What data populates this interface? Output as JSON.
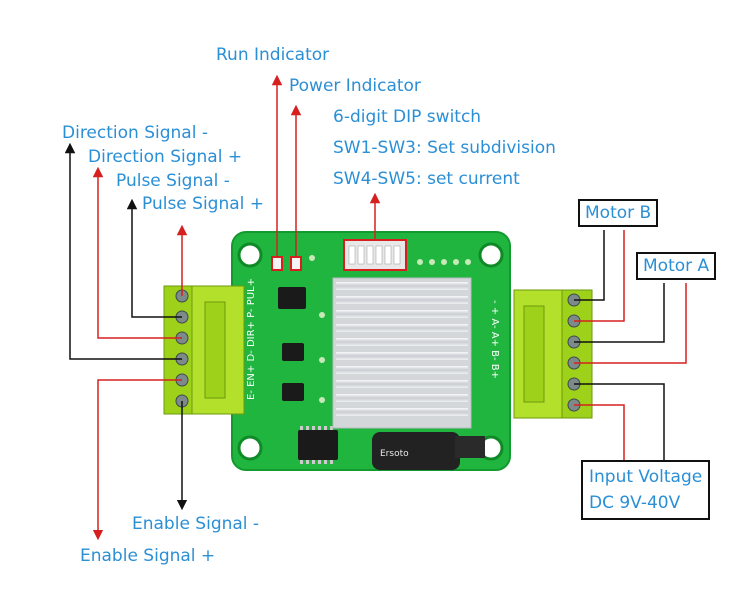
{
  "indicators": {
    "run": "Run Indicator",
    "power": "Power Indicator"
  },
  "dip_switch": {
    "title": "6-digit DIP switch",
    "line1": "SW1-SW3: Set subdivision",
    "line2": "SW4-SW5: set current"
  },
  "signals": {
    "dir_minus": "Direction Signal -",
    "dir_plus": "Direction Signal +",
    "pul_minus": "Pulse Signal -",
    "pul_plus": "Pulse Signal +",
    "ena_minus": "Enable Signal -",
    "ena_plus": "Enable Signal +"
  },
  "motor": {
    "b": "Motor B",
    "a": "Motor A"
  },
  "input_voltage": {
    "line1": "Input Voltage",
    "line2": "DC 9V-40V"
  },
  "board_silkscreen": {
    "left_header": "E- EN+ D- DIR+ P- PUL+",
    "right_header": "- + A- A+ B- B+",
    "capacitor_brand": "Ersoto"
  },
  "colors": {
    "label_text": "#2b8fd6",
    "pcb": "#1fb53f",
    "terminal": "#9ed11a",
    "heatsink": "#e2e4e6",
    "positive_wire": "#d62020",
    "negative_wire": "#111111"
  }
}
